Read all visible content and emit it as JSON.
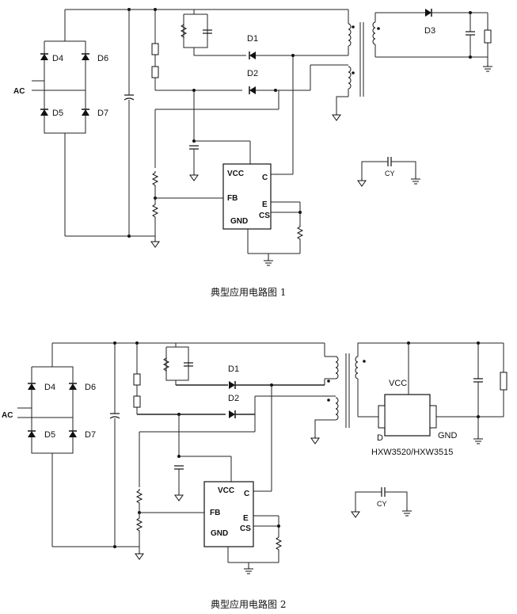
{
  "diagram1": {
    "ac_label": "AC",
    "bridge": [
      "D4",
      "D6",
      "D5",
      "D7"
    ],
    "diode_labels": [
      "D1",
      "D2",
      "D3"
    ],
    "ic_pins": {
      "vcc": "VCC",
      "c": "C",
      "fb": "FB",
      "e": "E",
      "cs": "CS",
      "gnd": "GND"
    },
    "cy_label": "CY",
    "caption": "典型应用电路图 1"
  },
  "diagram2": {
    "ac_label": "AC",
    "bridge": [
      "D4",
      "D6",
      "D5",
      "D7"
    ],
    "diode_labels": [
      "D1",
      "D2"
    ],
    "ic_pins": {
      "vcc": "VCC",
      "c": "C",
      "fb": "FB",
      "e": "E",
      "cs": "CS",
      "gnd": "GND"
    },
    "secondary": {
      "vcc": "VCC",
      "d": "D",
      "gnd": "GND",
      "part": "HXW3520/HXW3515"
    },
    "cy_label": "CY",
    "caption": "典型应用电路图 2"
  }
}
